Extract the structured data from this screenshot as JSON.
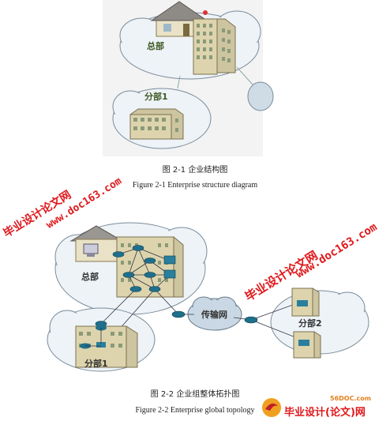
{
  "figure1": {
    "hq_label": "总部",
    "branch_label": "分部1",
    "caption_cn": "图 2-1  企业结构图",
    "caption_en": "Figure 2-1 Enterprise structure diagram"
  },
  "figure2": {
    "hq_label": "总部",
    "network_label": "传输网",
    "branch1_label": "分部1",
    "branch2_label": "分部2",
    "caption_cn": "图 2-2  企业组整体拓扑图",
    "caption_en": "Figure 2-2 Enterprise global topology"
  },
  "watermarks": [
    {
      "site": "www.doc163.com",
      "title": "毕业设计论文网"
    },
    {
      "site": "www.doc163.com",
      "title": "毕业设计论文网"
    }
  ],
  "footer": {
    "domain": "56DOC.com",
    "title": "毕业设计(论文)网"
  },
  "colors": {
    "watermark": "#e0181c",
    "building": "#d8cfa6",
    "router": "#1f6f8b",
    "cloud": "#e6eef4"
  }
}
